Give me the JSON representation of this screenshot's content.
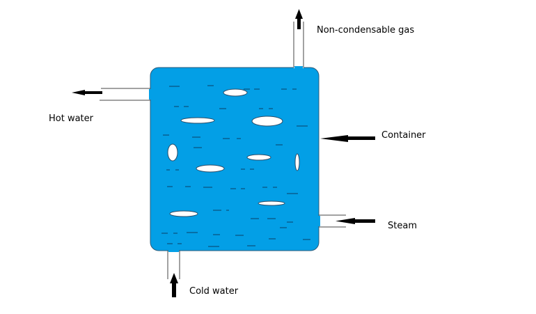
{
  "diagram": {
    "title": "",
    "colors": {
      "water": "#039fe6",
      "outline": "#2a5a7a",
      "pipe": "#444444",
      "arrow": "#000000",
      "bubble": "#ffffff",
      "dash": "#0b3f66"
    },
    "container": {
      "label": "Container"
    },
    "streams": [
      {
        "id": "non-condensable-gas",
        "label": "Non-condensable gas",
        "direction": "out"
      },
      {
        "id": "hot-water",
        "label": "Hot water",
        "direction": "out"
      },
      {
        "id": "steam",
        "label": "Steam",
        "direction": "in"
      },
      {
        "id": "cold-water",
        "label": "Cold water",
        "direction": "in"
      }
    ]
  }
}
